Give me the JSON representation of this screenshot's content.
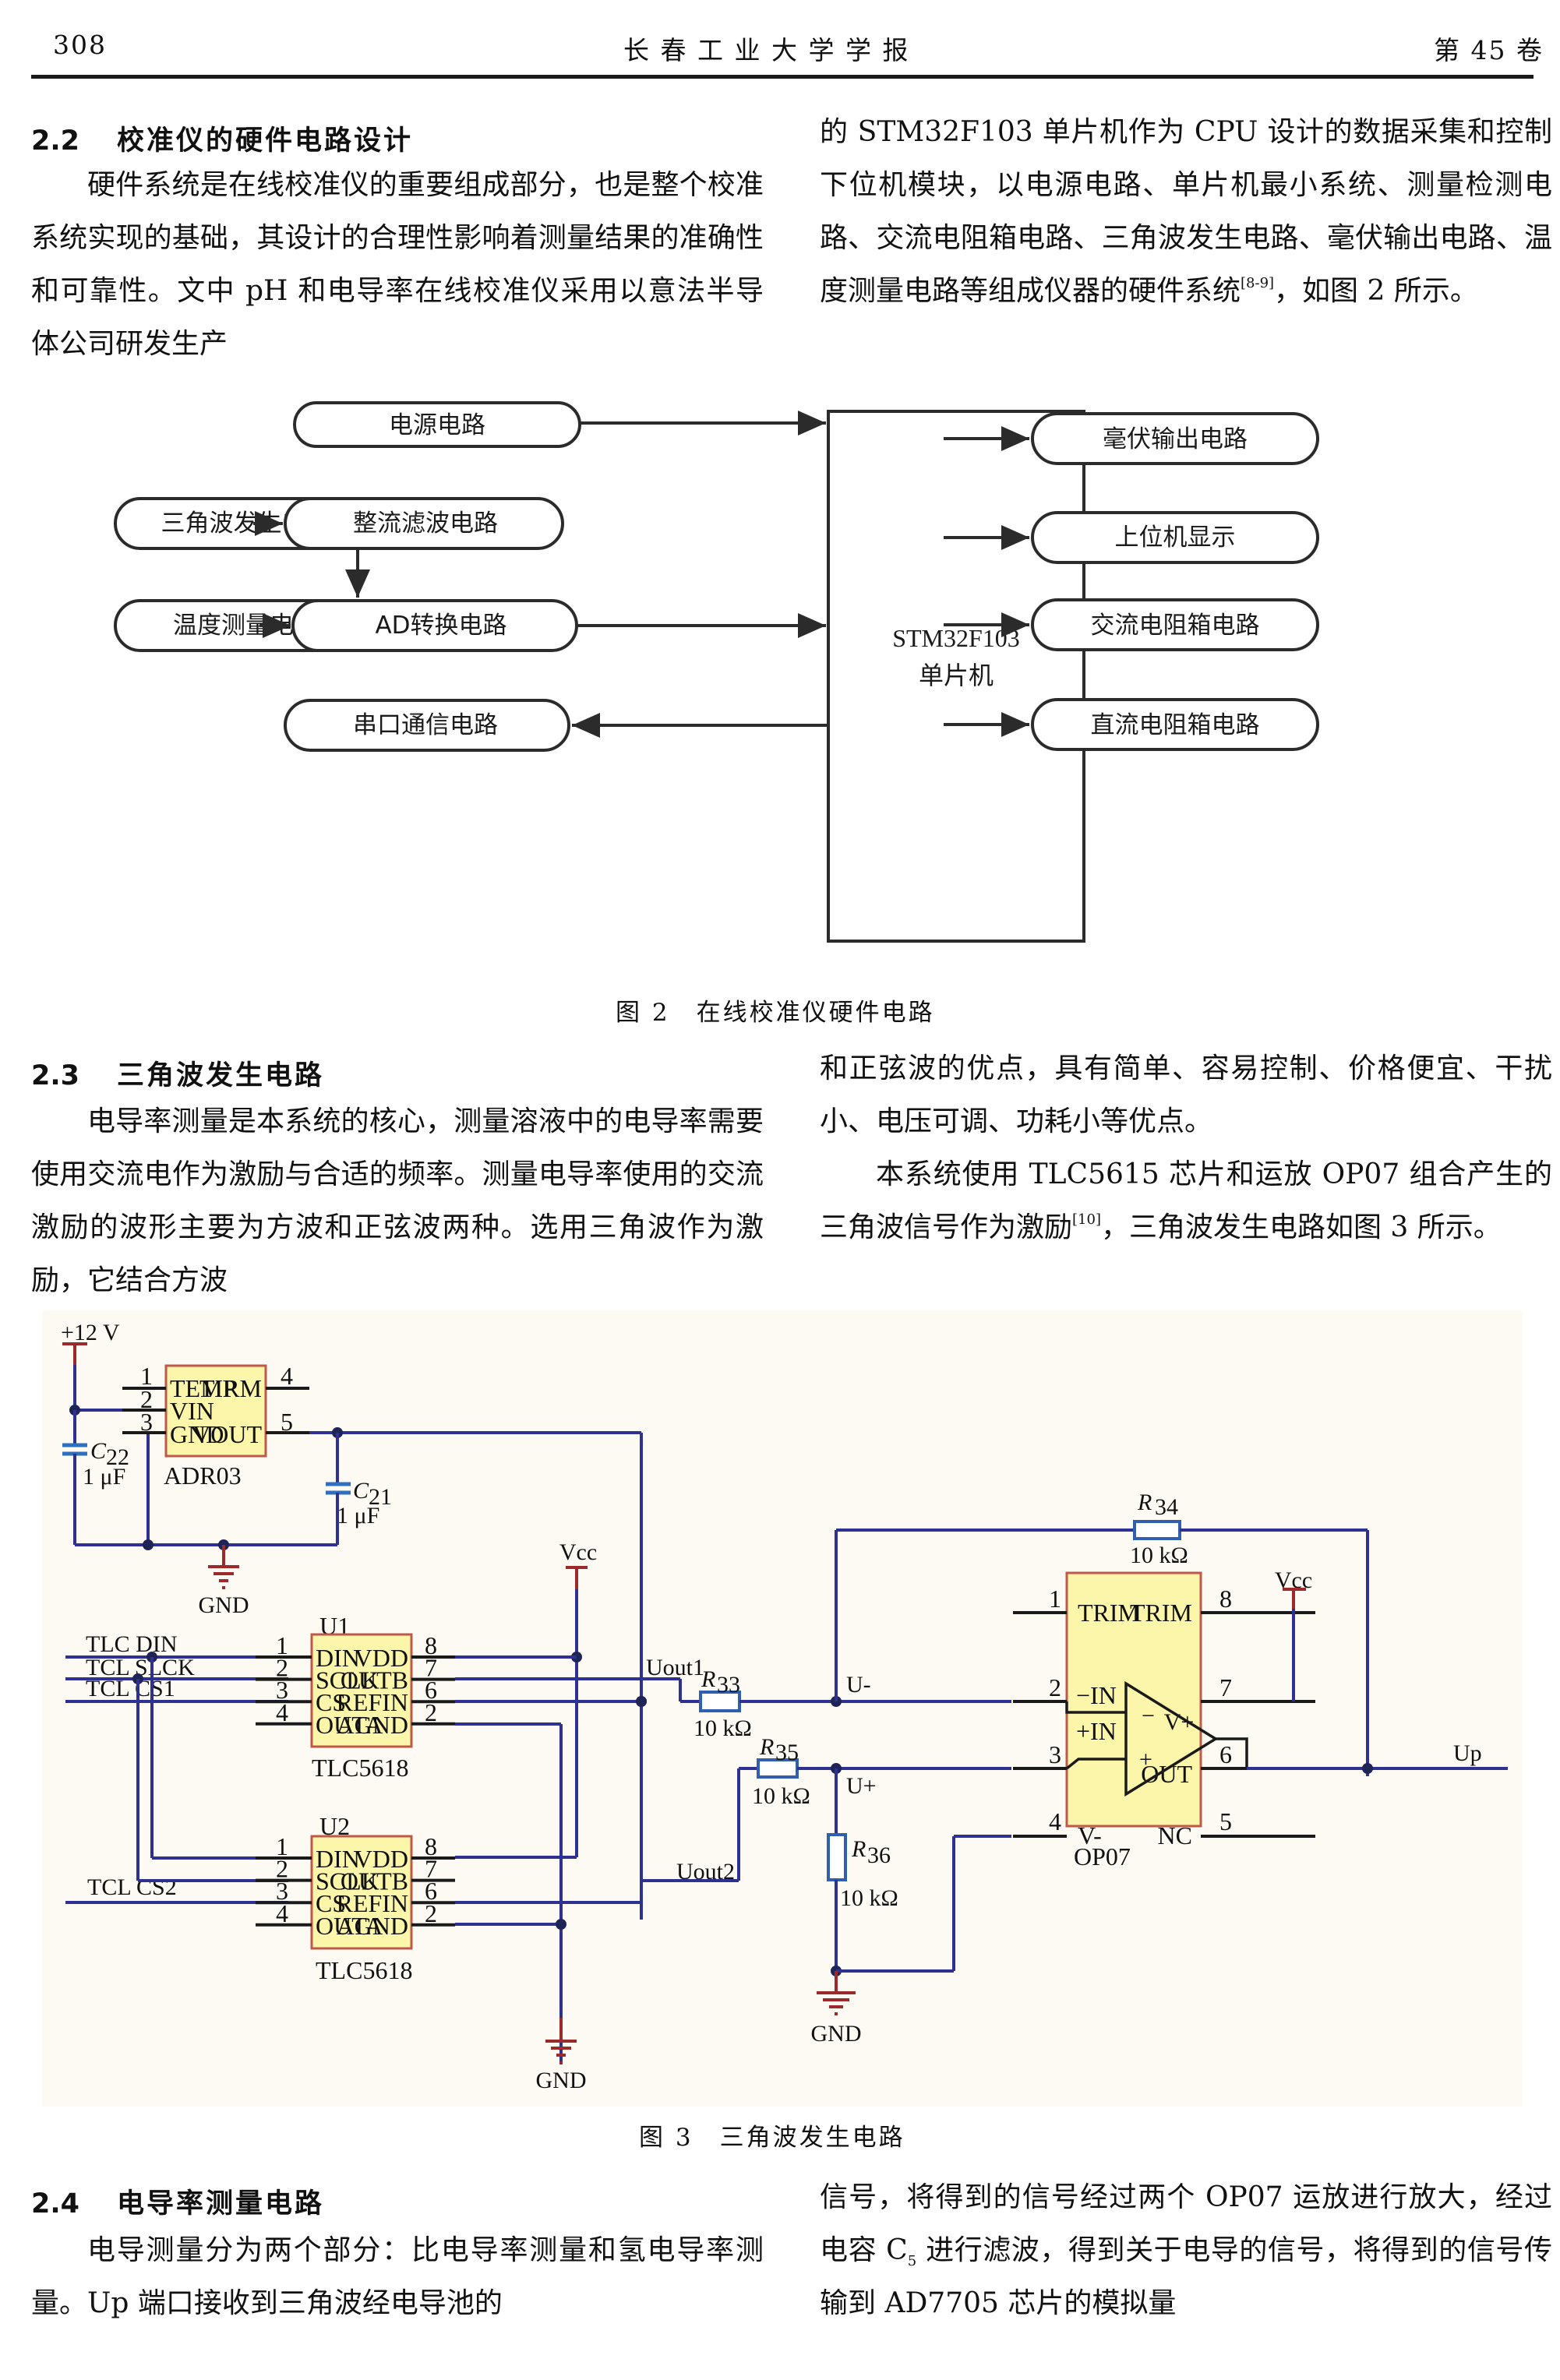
{
  "header": {
    "page_number": "308",
    "journal": "长 春 工 业 大 学 学 报",
    "volume": "第 45 卷"
  },
  "section_2_2": {
    "number": "2.2",
    "title": "校准仪的硬件电路设计",
    "left_text": "硬件系统是在线校准仪的重要组成部分，也是整个校准系统实现的基础，其设计的合理性影响着测量结果的准确性和可靠性。文中 pH 和电导率在线校准仪采用以意法半导体公司研发生产",
    "right_text_before_ref": "的 STM32F103 单片机作为 CPU 设计的数据采集和控制下位机模块，以电源电路、单片机最小系统、测量检测电路、交流电阻箱电路、三角波发生电路、毫伏输出电路、温度测量电路等组成仪器的硬件系统",
    "right_ref": "[8-9]",
    "right_text_after_ref": "，如图 2 所示。"
  },
  "figure2": {
    "caption": "图 2　在线校准仪硬件电路",
    "cpu_line1": "STM32F103",
    "cpu_line2": "单片机",
    "blocks": {
      "power": "电源电路",
      "triangle": "三角波发生电路",
      "rectifier_filter": "整流滤波电路",
      "temperature": "温度测量电路",
      "ad_convert": "AD转换电路",
      "serial": "串口通信电路",
      "millivolt": "毫伏输出电路",
      "host_display": "上位机显示",
      "ac_resistor": "交流电阻箱电路",
      "dc_resistor": "直流电阻箱电路"
    }
  },
  "section_2_3": {
    "number": "2.3",
    "title": "三角波发生电路",
    "left_text": "电导率测量是本系统的核心，测量溶液中的电导率需要使用交流电作为激励与合适的频率。测量电导率使用的交流激励的波形主要为方波和正弦波两种。选用三角波作为激励，它结合方波",
    "right_para1": "和正弦波的优点，具有简单、容易控制、价格便宜、干扰小、电压可调、功耗小等优点。",
    "right_para2_before_ref": "本系统使用 TLC5615 芯片和运放 OP07 组合产生的三角波信号作为激励",
    "right_para2_ref": "[10]",
    "right_para2_after_ref": "，三角波发生电路如图 3 所示。"
  },
  "figure3": {
    "caption": "图 3　三角波发生电路",
    "supply_12v": "+12 V",
    "vcc": "Vcc",
    "gnd": "GND",
    "adr03": {
      "name": "ADR03",
      "pins_left": [
        {
          "n": "1",
          "name": "TEMP"
        },
        {
          "n": "2",
          "name": "VIN"
        },
        {
          "n": "3",
          "name": "GND"
        }
      ],
      "pins_right": [
        {
          "n": "4",
          "name": "TIRM"
        },
        {
          "n": "5",
          "name": "VOUT"
        }
      ]
    },
    "c22": {
      "ref": "C",
      "sub": "22",
      "value": "1 μF"
    },
    "c21": {
      "ref": "C",
      "sub": "21",
      "value": "1 μF"
    },
    "u1": {
      "ref": "U1",
      "part": "TLC5618"
    },
    "u2": {
      "ref": "U2",
      "part": "TLC5618"
    },
    "tlc_pins_left": [
      {
        "n": "1",
        "name": "DIN"
      },
      {
        "n": "2",
        "name": "SCLK"
      },
      {
        "n": "3",
        "name": "CS"
      },
      {
        "n": "4",
        "name": "OUTA"
      }
    ],
    "tlc_pins_right": [
      {
        "n": "8",
        "name": "VDD"
      },
      {
        "n": "7",
        "name": "OUTB"
      },
      {
        "n": "6",
        "name": "REFIN"
      },
      {
        "n": "2",
        "name": "AGND"
      }
    ],
    "nets": {
      "tlc_din": "TLC DIN",
      "tcl_slck": "TCL SLCK",
      "tcl_cs1": "TCL CS1",
      "tcl_cs2": "TCL CS2",
      "uout1": "Uout1",
      "uout2": "Uout2",
      "u_minus": "U-",
      "u_plus": "U+",
      "up": "Up"
    },
    "r33": {
      "ref": "R",
      "sub": "33",
      "value": "10 kΩ"
    },
    "r34": {
      "ref": "R",
      "sub": "34",
      "value": "10 kΩ"
    },
    "r35": {
      "ref": "R",
      "sub": "35",
      "value": "10 kΩ"
    },
    "r36": {
      "ref": "R",
      "sub": "36",
      "value": "10 kΩ"
    },
    "op07": {
      "name": "OP07",
      "pins_left": [
        {
          "n": "1",
          "name": "TRIM"
        },
        {
          "n": "2",
          "name": "−IN"
        },
        {
          "n": "3",
          "name": "+IN"
        },
        {
          "n": "4",
          "name": "V-"
        }
      ],
      "pins_right": [
        {
          "n": "8",
          "name": "TRIM"
        },
        {
          "n": "7",
          "name": ""
        },
        {
          "n": "6",
          "name": "OUT"
        },
        {
          "n": "5",
          "name": "NC"
        }
      ],
      "vplus": "V+",
      "minus_sign": "−",
      "plus_sign": "+"
    }
  },
  "section_2_4": {
    "number": "2.4",
    "title": "电导率测量电路",
    "left_text": "电导测量分为两个部分：比电导率测量和氢电导率测量。Up 端口接收到三角波经电导池的",
    "right_text_before_sub": "信号，将得到的信号经过两个 OP07 运放进行放大，经过电容 C",
    "right_sub": "5",
    "right_text_after_sub": " 进行滤波，得到关于电导的信号，将得到的信号传输到 AD7705 芯片的模拟量"
  }
}
